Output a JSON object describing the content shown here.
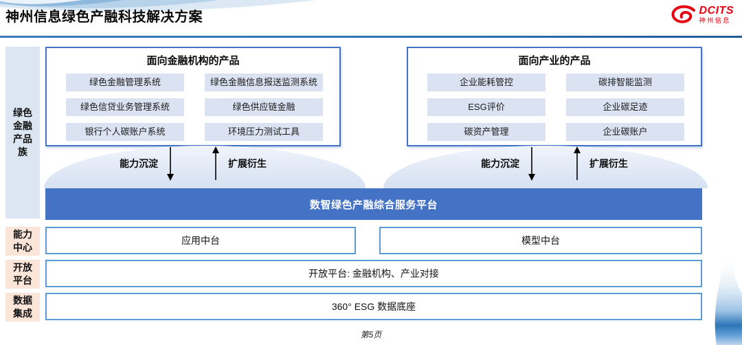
{
  "header": {
    "title": "神州信息绿色产融科技解决方案",
    "logo_brand": "DCITS",
    "logo_brand_cn": "神州信息"
  },
  "sidebar": {
    "product_family": "绿色金融产品族",
    "capability_center": "能力中心",
    "open_platform": "开放平台",
    "data_integration": "数据集成"
  },
  "product_boxes": [
    {
      "title": "面向金融机构的产品",
      "items": [
        "绿色金融管理系统",
        "绿色金融信息报送监测系统",
        "绿色信贷业务管理系统",
        "绿色供应链金融",
        "银行个人碳账户系统",
        "环境压力测试工具"
      ]
    },
    {
      "title": "面向产业的产品",
      "items": [
        "企业能耗管控",
        "碳排智能监测",
        "ESG评价",
        "企业碳足迹",
        "碳资产管理",
        "企业碳账户"
      ]
    }
  ],
  "flow": {
    "down_label": "能力沉淀",
    "up_label": "扩展衍生"
  },
  "platform_bar": {
    "label": "数智绿色产融综合服务平台"
  },
  "capability_row": {
    "items": [
      "应用中台",
      "模型中台"
    ]
  },
  "open_platform_row": {
    "label": "开放平台: 金融机构、产业对接"
  },
  "data_row": {
    "label": "360° ESG 数据底座"
  },
  "footer": {
    "page_number": "第5页"
  },
  "colors": {
    "accent_blue": "#4472C4",
    "row_border_blue": "#5B9BD5",
    "item_fill": "#DBE3F2",
    "sidebar_blue": "#DCE6F2",
    "sidebar_orange": "#FBE5D9",
    "brand_red": "#E60012",
    "divider_blue": "#2E75B6"
  }
}
